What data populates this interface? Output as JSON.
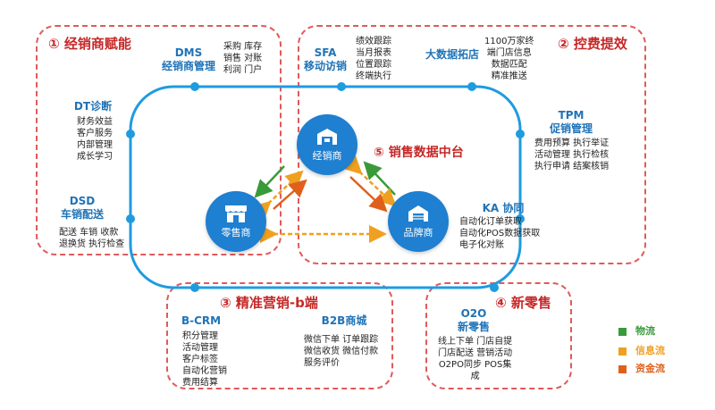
{
  "zones": {
    "z1": {
      "title": "① 经销商赋能"
    },
    "z2": {
      "title": "② 控费提效"
    },
    "z3": {
      "title": "③ 精准营销-b端"
    },
    "z4": {
      "title": "④ 新零售"
    }
  },
  "modules": {
    "dms": {
      "title": [
        "DMS",
        "经销商管理"
      ],
      "items": [
        "采购 库存",
        "销售 对账",
        "利润 门户"
      ]
    },
    "sfa": {
      "title": [
        "SFA",
        "移动访销"
      ],
      "items": [
        "绩效跟踪",
        "当月报表",
        "位置跟踪",
        "终端执行"
      ]
    },
    "bigdata": {
      "title": [
        "大数据拓店"
      ],
      "items": [
        "1100万家终",
        "端门店信息",
        "数据匹配",
        "精准推送"
      ]
    },
    "dt": {
      "title": [
        "DT诊断"
      ],
      "items": [
        "财务效益",
        "客户服务",
        "内部管理",
        "成长学习"
      ]
    },
    "tpm": {
      "title": [
        "TPM",
        "促销管理"
      ],
      "items": [
        "费用预算 执行举证",
        "活动管理 执行检核",
        "执行申请 结案核销"
      ]
    },
    "dsd": {
      "title": [
        "DSD",
        "车销配送"
      ],
      "items": [
        "配送 车销 收款",
        "退换货 执行检查"
      ]
    },
    "ka": {
      "title": [
        "KA 协同"
      ],
      "items": [
        "自动化订单获取",
        "自动化POS数据获取",
        "电子化对账"
      ]
    },
    "bcrm": {
      "title": [
        "B-CRM"
      ],
      "items": [
        "积分管理",
        "活动管理",
        "客户标签",
        "自动化营销",
        "费用结算"
      ]
    },
    "b2b": {
      "title": [
        "B2B商城"
      ],
      "items": [
        "微信下单 订单跟踪",
        "微信收货 微信付款",
        "服务评价"
      ]
    },
    "o2o": {
      "title": [
        "O2O",
        "新零售"
      ],
      "items": [
        "线上下单 门店自提",
        "门店配送 营销活动",
        "O2PO同步 POS集",
        "成"
      ]
    }
  },
  "center": {
    "title": "⑤ 销售数据中台"
  },
  "nodes": {
    "dealer": "经销商",
    "retail": "零售商",
    "brand": "品牌商"
  },
  "legend": [
    {
      "label": "物流",
      "color": "#3a9a3a"
    },
    {
      "label": "信息流",
      "color": "#f0a020"
    },
    {
      "label": "资金流",
      "color": "#e0601a"
    }
  ],
  "colors": {
    "accent_red": "#c62828",
    "blue": "#1f7fd0",
    "zone_border": "#e05a5a"
  }
}
